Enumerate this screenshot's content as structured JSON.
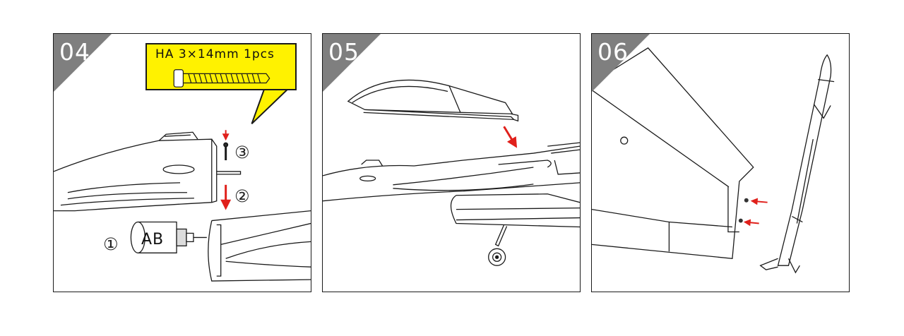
{
  "steps": [
    {
      "number": "04",
      "callout": {
        "text": "HA 3×14mm 1pcs"
      },
      "markers": {
        "one": "①",
        "two": "②",
        "three": "③"
      },
      "glue_label": "AB"
    },
    {
      "number": "05"
    },
    {
      "number": "06"
    }
  ],
  "colors": {
    "step_corner": "#7f7f7f",
    "callout_bg": "#fff200",
    "arrow": "#e0201b",
    "line": "#1a1a1a"
  }
}
